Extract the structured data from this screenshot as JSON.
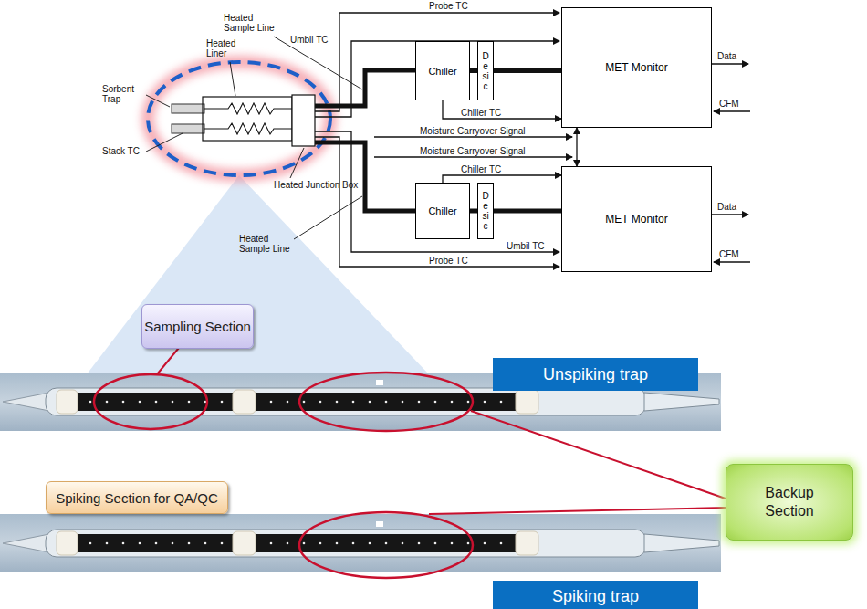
{
  "diagram": {
    "nodes": [
      {
        "text": [
          "Chiller"
        ]
      },
      {
        "text": [
          "Desic"
        ]
      },
      {
        "text": [
          "MET Monitor"
        ]
      },
      {
        "text": [
          "Chiller"
        ]
      },
      {
        "text": [
          "Desic"
        ]
      },
      {
        "text": [
          "MET Monitor"
        ]
      },
      {
        "text": [
          "Sampling Section"
        ]
      },
      {
        "text": [
          "Unspiking trap"
        ]
      },
      {
        "text": [
          "Spiking Section for QA/QC"
        ]
      },
      {
        "text": [
          "Backup Section"
        ]
      },
      {
        "text": [
          "Spiking trap"
        ]
      }
    ],
    "edges": [
      {
        "from": 0,
        "to": 1,
        "arrow": "none"
      },
      {
        "from": 1,
        "to": 2,
        "arrow": "none"
      },
      {
        "from": 0,
        "to": 2,
        "arrow": "to",
        "label": "Chiller TC"
      },
      {
        "from": 3,
        "to": 4,
        "arrow": "none"
      },
      {
        "from": 4,
        "to": 5,
        "arrow": "none"
      },
      {
        "from": 3,
        "to": 5,
        "arrow": "to",
        "label": "Chiller TC"
      },
      {
        "from": 2,
        "to": 5,
        "arrow": "both"
      }
    ],
    "labels": [
      "Probe TC",
      "Heated Sample Line",
      "Umbil TC",
      "Data",
      "CFM",
      "Moisture Carryover Signal",
      "Sorbent Trap",
      "Heated Liner",
      "Stack TC",
      "Heated Junction Box",
      "Moisture Carryover Signal",
      "Data",
      "CFM",
      "Heated Sample Line",
      "Umbil TC",
      "Probe TC"
    ]
  }
}
